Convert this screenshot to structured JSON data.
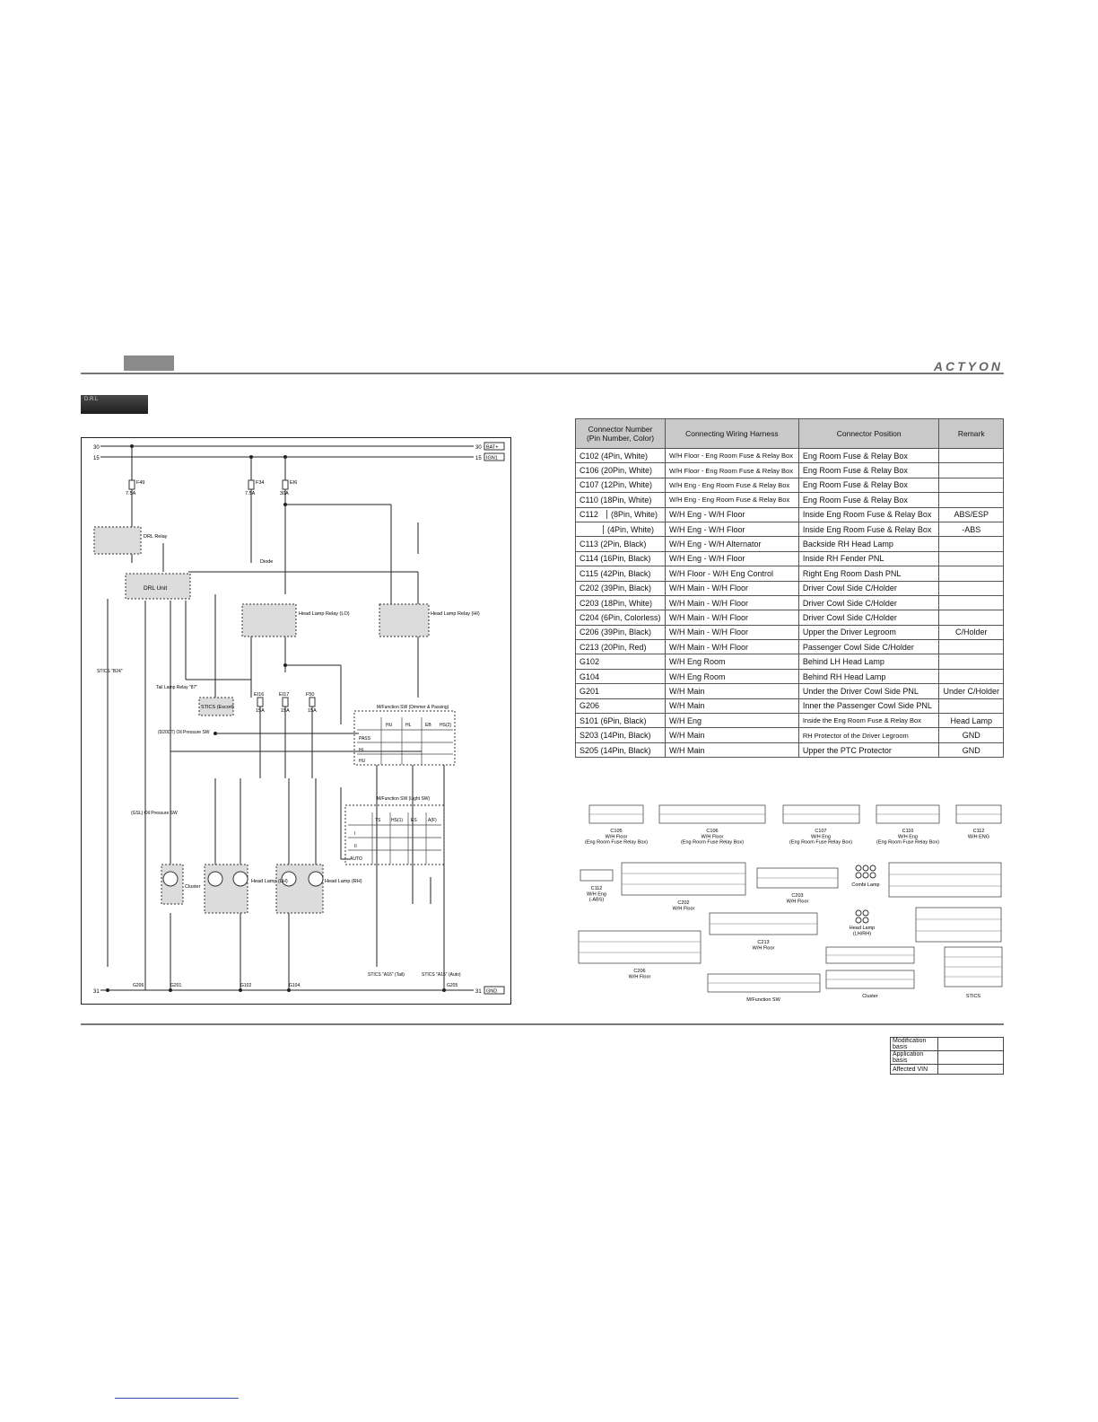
{
  "header": {
    "brand": "ACTYON"
  },
  "section_tab": "D.R.L",
  "table": {
    "headers": [
      "Connector Number\n(Pin Number, Color)",
      "Connecting Wiring Harness",
      "Connector Position",
      "Remark"
    ],
    "c112_label": "C112",
    "rows": [
      [
        "C102 (4Pin, White)",
        "W/H Floor - Eng Room Fuse & Relay Box",
        "Eng Room Fuse & Relay Box",
        ""
      ],
      [
        "C106 (20Pin, White)",
        "W/H Floor - Eng Room Fuse & Relay Box",
        "Eng Room Fuse & Relay Box",
        ""
      ],
      [
        "C107 (12Pin, White)",
        "W/H Eng - Eng Room Fuse & Relay Box",
        "Eng Room Fuse & Relay Box",
        ""
      ],
      [
        "C110 (18Pin, White)",
        "W/H Eng - Eng Room Fuse & Relay Box",
        "Eng Room Fuse & Relay Box",
        ""
      ],
      [
        "(8Pin, White)",
        "W/H Eng - W/H Floor",
        "Inside Eng Room Fuse & Relay Box",
        "ABS/ESP"
      ],
      [
        "(4Pin, White)",
        "W/H Eng - W/H Floor",
        "Inside Eng Room Fuse & Relay Box",
        "-ABS"
      ],
      [
        "C113 (2Pin, Black)",
        "W/H Eng - W/H Alternator",
        "Backside RH Head Lamp",
        ""
      ],
      [
        "C114 (16Pin, Black)",
        "W/H Eng - W/H Floor",
        "Inside RH Fender PNL",
        ""
      ],
      [
        "C115 (42Pin, Black)",
        "W/H Floor - W/H Eng Control",
        "Right Eng Room Dash PNL",
        ""
      ],
      [
        "C202 (39Pin, Black)",
        "W/H Main - W/H Floor",
        "Driver Cowl Side C/Holder",
        ""
      ],
      [
        "C203 (18Pin, White)",
        "W/H Main - W/H Floor",
        "Driver Cowl Side C/Holder",
        ""
      ],
      [
        "C204 (6Pin, Colorless)",
        "W/H Main - W/H Floor",
        "Driver Cowl Side C/Holder",
        ""
      ],
      [
        "C206 (39Pin, Black)",
        "W/H Main - W/H Floor",
        "Upper the Driver Legroom",
        "C/Holder"
      ],
      [
        "C213 (20Pin, Red)",
        "W/H Main - W/H Floor",
        "Passenger Cowl Side C/Holder",
        ""
      ],
      [
        "G102",
        "W/H Eng Room",
        "Behind LH Head Lamp",
        ""
      ],
      [
        "G104",
        "W/H Eng Room",
        "Behind RH Head Lamp",
        ""
      ],
      [
        "G201",
        "W/H Main",
        "Under the Driver Cowl Side PNL",
        "Under C/Holder"
      ],
      [
        "G206",
        "W/H Main",
        "Inner the Passenger Cowl Side PNL",
        ""
      ],
      [
        "S101 (6Pin, Black)",
        "W/H Eng",
        "Inside the Eng Room Fuse & Relay Box",
        "Head Lamp"
      ],
      [
        "S203 (14Pin, Black)",
        "W/H Main",
        "RH Protector of the Driver Legroom",
        "GND"
      ],
      [
        "S205 (14Pin, Black)",
        "W/H Main",
        "Upper the PTC Protector",
        "GND"
      ]
    ]
  },
  "wiring": {
    "rails": [
      "30",
      "15",
      "31",
      "BAT+",
      "IGN1",
      "GND"
    ],
    "fuses": [
      {
        "id": "F49",
        "rating": "7.5A"
      },
      {
        "id": "F34",
        "rating": "7.5A"
      },
      {
        "id": "EI6",
        "rating": "30A"
      },
      {
        "id": "EI16",
        "rating": "15A"
      },
      {
        "id": "EI17",
        "rating": "15A"
      },
      {
        "id": "F50",
        "rating": "15A"
      }
    ],
    "components": {
      "drl_relay": "DRL Relay",
      "drl_unit": "DRL Unit",
      "head_lamp_relay_lo": "Head Lamp Relay (LO)",
      "head_lamp_relay_hi": "Head Lamp Relay (HI)",
      "diode": "Diode",
      "stics_escort": "STICS (Escort)",
      "mfs_dimmer": "M/Function SW (Dimmer & Passing)",
      "mfs_light": "M/Function SW (Light SW)",
      "head_lamp_lh": "Head Lamp (LH)",
      "head_lamp_rh": "Head Lamp (RH)",
      "cluster": "Cluster",
      "tail_lamp_relay": "Tail Lamp Relay \"87\"",
      "oil_pressure_d20dt": "(D20DT) Oil Pressure SW",
      "oil_pressure_gsl": "(GSL) Oil Pressure SW",
      "stics_b24": "STICS \"B24\"",
      "stics_a16": "STICS \"A16\" (Tail)",
      "stics_a15": "STICS \"A15\" (Auto)"
    },
    "grounds": [
      "G206",
      "G201",
      "G102",
      "G104",
      "G205"
    ],
    "dimmer_rows": [
      "PASS",
      "HL",
      "HU"
    ],
    "dimmer_cols": [
      "HU",
      "HL",
      "EB",
      "HS(2)"
    ],
    "light_rows": [
      "I",
      "II",
      "AUTO"
    ],
    "light_cols": [
      "TS",
      "HS(1)",
      "ES",
      "A(F)"
    ]
  },
  "pinouts": {
    "c105": "C105\nW/H Floor\n(Eng Room Fuse Relay Box)",
    "c106": "C106\nW/H Floor\n(Eng Room Fuse Relay Box)",
    "c107": "C107\nW/H Eng\n(Eng Room Fuse Relay Box)",
    "c110": "C110\nW/H Eng\n(Eng Room Fuse Relay Box)",
    "c112_eng": "C112\nW/H ENG",
    "c112_abs": "C112\nW/H Eng\n(-ABS)",
    "c202": "C202\nW/H Floor",
    "c203": "C203\nW/H Floor",
    "combi_lamp": "Combi Lamp",
    "head_lamp": "Head Lamp\n(LH/RH)",
    "c213": "C213\nW/H Floor",
    "c206": "C206\nW/H Floor",
    "mfs": "M/Function SW",
    "cluster": "Cluster",
    "stics": "STICS"
  },
  "modification": {
    "labels": [
      "Modification basis",
      "Application basis",
      "Affected VIN"
    ]
  }
}
